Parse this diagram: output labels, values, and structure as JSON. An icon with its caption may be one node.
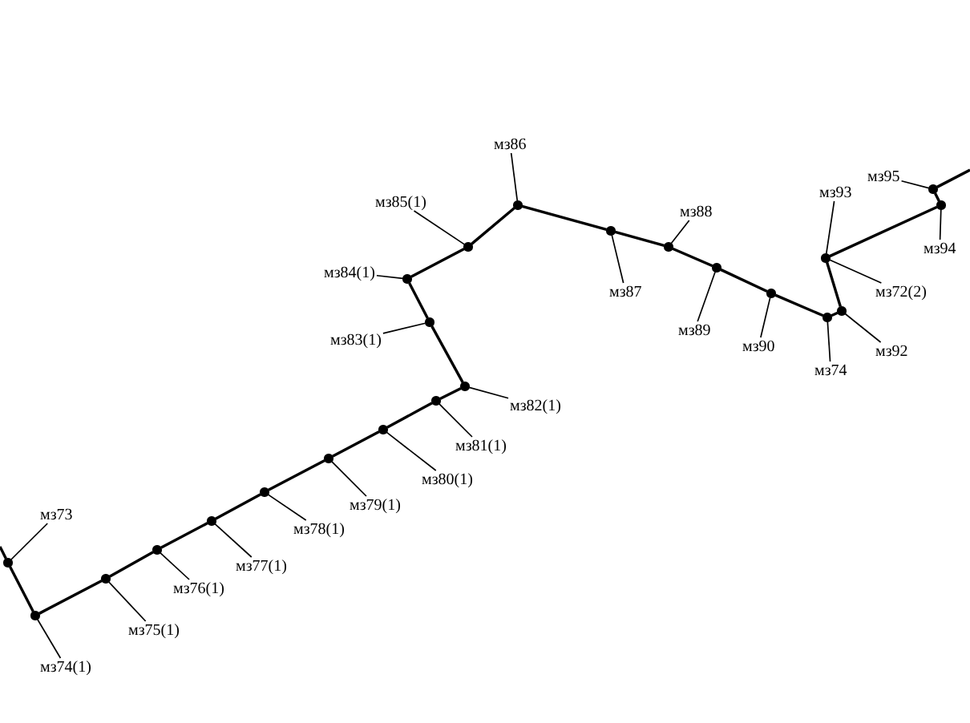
{
  "diagram": {
    "nodes": [
      {
        "text": [],
        "shape": "circle"
      },
      {
        "text": [
          "мз73"
        ]
      },
      {
        "text": [],
        "shape": "circle"
      },
      {
        "text": [
          "мз74(1)"
        ]
      },
      {
        "text": [],
        "shape": "circle"
      },
      {
        "text": [
          "мз75(1)"
        ]
      },
      {
        "text": [],
        "shape": "circle"
      },
      {
        "text": [
          "мз76(1)"
        ]
      },
      {
        "text": [],
        "shape": "circle"
      },
      {
        "text": [
          "мз77(1)"
        ]
      },
      {
        "text": [],
        "shape": "circle"
      },
      {
        "text": [
          "мз78(1)"
        ]
      },
      {
        "text": [],
        "shape": "circle"
      },
      {
        "text": [
          "мз79(1)"
        ]
      },
      {
        "text": [],
        "shape": "circle"
      },
      {
        "text": [
          "мз80(1)"
        ]
      },
      {
        "text": [],
        "shape": "circle"
      },
      {
        "text": [
          "мз81(1)"
        ]
      },
      {
        "text": [],
        "shape": "circle"
      },
      {
        "text": [
          "мз82(1)"
        ]
      },
      {
        "text": [],
        "shape": "circle"
      },
      {
        "text": [
          "мз83(1)"
        ]
      },
      {
        "text": [],
        "shape": "circle"
      },
      {
        "text": [
          "мз84(1)"
        ]
      },
      {
        "text": [],
        "shape": "circle"
      },
      {
        "text": [
          "мз85(1)"
        ]
      },
      {
        "text": [],
        "shape": "circle"
      },
      {
        "text": [
          "мз86"
        ]
      },
      {
        "text": [],
        "shape": "circle"
      },
      {
        "text": [
          "мз87"
        ]
      },
      {
        "text": [],
        "shape": "circle"
      },
      {
        "text": [
          "мз88"
        ]
      },
      {
        "text": [],
        "shape": "circle"
      },
      {
        "text": [
          "мз89"
        ]
      },
      {
        "text": [],
        "shape": "circle"
      },
      {
        "text": [
          "мз90"
        ]
      },
      {
        "text": [],
        "shape": "circle"
      },
      {
        "text": [
          "мз74"
        ]
      },
      {
        "text": [],
        "shape": "circle"
      },
      {
        "text": [
          "мз92"
        ]
      },
      {
        "text": [],
        "shape": "circle"
      },
      {
        "text": [
          "мз93"
        ]
      },
      {
        "text": [
          "мз72(2)"
        ]
      },
      {
        "text": [],
        "shape": "circle"
      },
      {
        "text": [
          "мз94"
        ]
      },
      {
        "text": [],
        "shape": "circle"
      },
      {
        "text": [
          "мз95"
        ]
      }
    ],
    "edges": [
      {
        "from": null,
        "to": 0,
        "arrow": "none"
      },
      {
        "from": 0,
        "to": 2,
        "arrow": "none"
      },
      {
        "from": 2,
        "to": 4,
        "arrow": "none"
      },
      {
        "from": 4,
        "to": 6,
        "arrow": "none"
      },
      {
        "from": 6,
        "to": 8,
        "arrow": "none"
      },
      {
        "from": 8,
        "to": 10,
        "arrow": "none"
      },
      {
        "from": 10,
        "to": 12,
        "arrow": "none"
      },
      {
        "from": 12,
        "to": 14,
        "arrow": "none"
      },
      {
        "from": 14,
        "to": 16,
        "arrow": "none"
      },
      {
        "from": 16,
        "to": 18,
        "arrow": "none"
      },
      {
        "from": 18,
        "to": 20,
        "arrow": "none"
      },
      {
        "from": 20,
        "to": 22,
        "arrow": "none"
      },
      {
        "from": 22,
        "to": 24,
        "arrow": "none"
      },
      {
        "from": 24,
        "to": 26,
        "arrow": "none"
      },
      {
        "from": 26,
        "to": 28,
        "arrow": "none"
      },
      {
        "from": 28,
        "to": 30,
        "arrow": "none"
      },
      {
        "from": 30,
        "to": 32,
        "arrow": "none"
      },
      {
        "from": 32,
        "to": 34,
        "arrow": "none"
      },
      {
        "from": 34,
        "to": 36,
        "arrow": "none"
      },
      {
        "from": 36,
        "to": 38,
        "arrow": "none"
      },
      {
        "from": 38,
        "to": 40,
        "arrow": "none"
      },
      {
        "from": 40,
        "to": 43,
        "arrow": "none"
      },
      {
        "from": 43,
        "to": 45,
        "arrow": "none"
      },
      {
        "from": 45,
        "to": null,
        "arrow": "none"
      },
      {
        "from": 1,
        "to": 0,
        "arrow": "none"
      },
      {
        "from": 3,
        "to": 2,
        "arrow": "none"
      },
      {
        "from": 5,
        "to": 4,
        "arrow": "none"
      },
      {
        "from": 7,
        "to": 6,
        "arrow": "none"
      },
      {
        "from": 9,
        "to": 8,
        "arrow": "none"
      },
      {
        "from": 11,
        "to": 10,
        "arrow": "none"
      },
      {
        "from": 13,
        "to": 12,
        "arrow": "none"
      },
      {
        "from": 15,
        "to": 14,
        "arrow": "none"
      },
      {
        "from": 17,
        "to": 16,
        "arrow": "none"
      },
      {
        "from": 19,
        "to": 18,
        "arrow": "none"
      },
      {
        "from": 21,
        "to": 20,
        "arrow": "none"
      },
      {
        "from": 23,
        "to": 22,
        "arrow": "none"
      },
      {
        "from": 25,
        "to": 24,
        "arrow": "none"
      },
      {
        "from": 27,
        "to": 26,
        "arrow": "none"
      },
      {
        "from": 29,
        "to": 28,
        "arrow": "none"
      },
      {
        "from": 31,
        "to": 30,
        "arrow": "none"
      },
      {
        "from": 33,
        "to": 32,
        "arrow": "none"
      },
      {
        "from": 35,
        "to": 34,
        "arrow": "none"
      },
      {
        "from": 37,
        "to": 36,
        "arrow": "none"
      },
      {
        "from": 39,
        "to": 38,
        "arrow": "none"
      },
      {
        "from": 41,
        "to": 40,
        "arrow": "none"
      },
      {
        "from": 42,
        "to": 40,
        "arrow": "none"
      },
      {
        "from": 44,
        "to": 43,
        "arrow": "none"
      },
      {
        "from": 46,
        "to": 45,
        "arrow": "none"
      }
    ]
  }
}
